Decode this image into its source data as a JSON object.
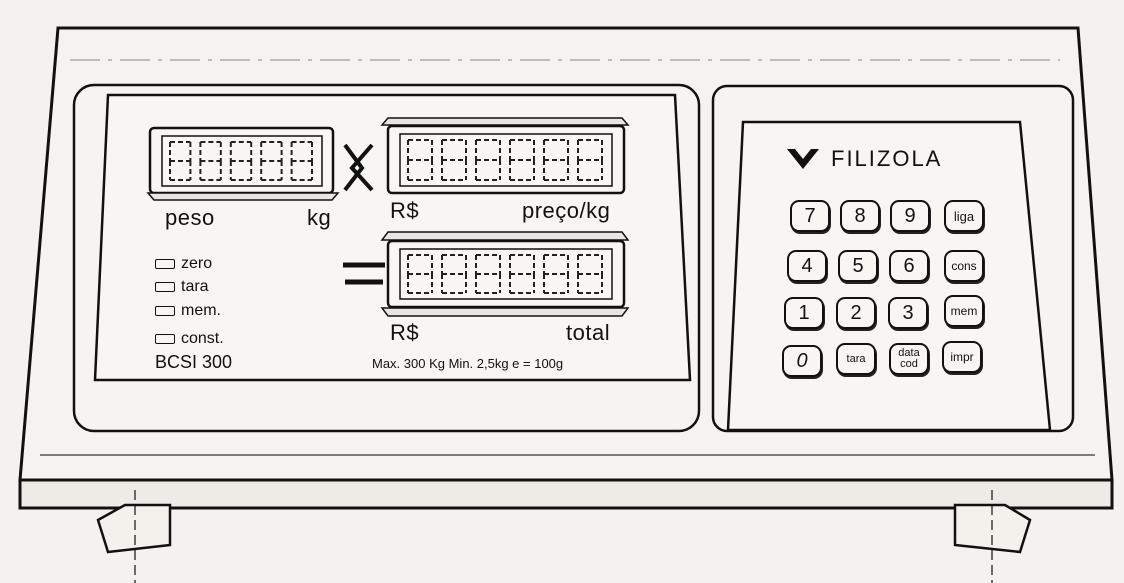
{
  "brand": {
    "name": "FILIZOLA",
    "logo_icon": "filizola-logo-icon"
  },
  "model": "BCSI 300",
  "spec": "Max. 300 Kg  Min. 2,5kg  e = 100g",
  "displays": {
    "weight": {
      "label": "peso",
      "unit": "kg",
      "digits": 5
    },
    "price": {
      "currency": "R$",
      "unit": "preço/kg",
      "digits": 6
    },
    "total": {
      "currency": "R$",
      "label": "total",
      "digits": 6
    }
  },
  "operators": {
    "multiply": "X",
    "equals": "="
  },
  "indicators": [
    "zero",
    "tara",
    "mem.",
    "const."
  ],
  "keypad": {
    "row1": [
      "7",
      "8",
      "9",
      "liga"
    ],
    "row2": [
      "4",
      "5",
      "6",
      "cons"
    ],
    "row3": [
      "1",
      "2",
      "3",
      "mem"
    ],
    "row4": [
      "0",
      "tara",
      "data cod",
      "impr"
    ]
  }
}
